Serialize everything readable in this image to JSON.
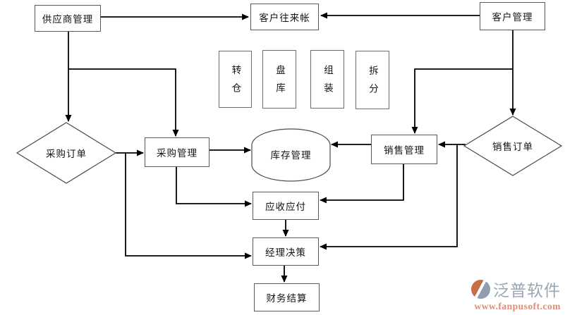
{
  "nodes": {
    "supplier_management": "供应商管理",
    "customer_accounts": "客户往来帐",
    "customer_management": "客户管理",
    "transfer_warehouse": "转仓",
    "stocktaking": "盘库",
    "assembly": "组装",
    "disassembly": "拆分",
    "purchase_order": "采购订单",
    "purchase_management": "采购管理",
    "inventory_management": "库存管理",
    "sales_management": "销售管理",
    "sales_order": "销售订单",
    "receivables_payables": "应收应付",
    "manager_decision": "经理决策",
    "financial_settlement": "财务结算"
  },
  "edges": [
    {
      "from": "supplier_management",
      "to": "customer_accounts"
    },
    {
      "from": "customer_management",
      "to": "customer_accounts"
    },
    {
      "from": "supplier_management",
      "to": "purchase_order"
    },
    {
      "from": "supplier_management",
      "to": "purchase_management"
    },
    {
      "from": "customer_management",
      "to": "sales_order"
    },
    {
      "from": "customer_management",
      "to": "sales_management"
    },
    {
      "from": "purchase_order",
      "to": "purchase_management"
    },
    {
      "from": "purchase_order",
      "to": "manager_decision"
    },
    {
      "from": "sales_order",
      "to": "sales_management"
    },
    {
      "from": "sales_order",
      "to": "manager_decision"
    },
    {
      "from": "purchase_management",
      "to": "inventory_management"
    },
    {
      "from": "sales_management",
      "to": "inventory_management"
    },
    {
      "from": "purchase_management",
      "to": "receivables_payables"
    },
    {
      "from": "sales_management",
      "to": "receivables_payables"
    },
    {
      "from": "receivables_payables",
      "to": "manager_decision"
    },
    {
      "from": "manager_decision",
      "to": "financial_settlement"
    }
  ],
  "watermark": {
    "brand": "泛普软件",
    "url": "www.fanpusoft.com"
  },
  "colors": {
    "connector": "#000000",
    "node_border": "#5a5a5a",
    "node_fill": "#ffffff",
    "text": "#141414",
    "brand_gray": "#9aa6b4",
    "url_salmon": "#dc8d75",
    "logo_orange": "#c96f48",
    "logo_gray": "#8f9db1"
  }
}
